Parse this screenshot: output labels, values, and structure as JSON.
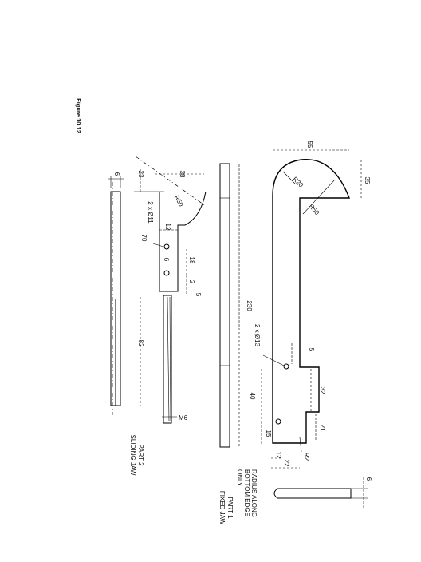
{
  "figure": {
    "caption": "Figure 10.12"
  },
  "part2": {
    "title_line1": "PART 2",
    "title_line2": "SLIDING JAW",
    "dims": {
      "thickness": "6",
      "top_offset": "23",
      "width": "38",
      "radius": "R50",
      "holes": "2 x Ø11",
      "hole_offset": "12",
      "angle": "70",
      "hole_spacing": "6",
      "spacing_a": "18",
      "spacing_b": "2",
      "spacing_c": "5",
      "shank_length": "82",
      "thread": "M6"
    }
  },
  "part_middle": {
    "overall_length": "230"
  },
  "part1": {
    "title_line1": "PART 1",
    "title_line2": "FIXED JAW",
    "note_line1": "RADIUS ALONG",
    "note_line2": "BOTTOM EDGE",
    "note_line3": "ONLY",
    "dims": {
      "top_width": "55",
      "top_height": "35",
      "radius_20": "R20",
      "radius_50": "R50",
      "holes": "2 x Ø13",
      "step": "5",
      "length_32": "32",
      "length_40": "40",
      "length_21": "21",
      "length_15": "15",
      "width_12": "12",
      "width_22": "22",
      "radius_2": "R2",
      "thickness": "6"
    }
  }
}
